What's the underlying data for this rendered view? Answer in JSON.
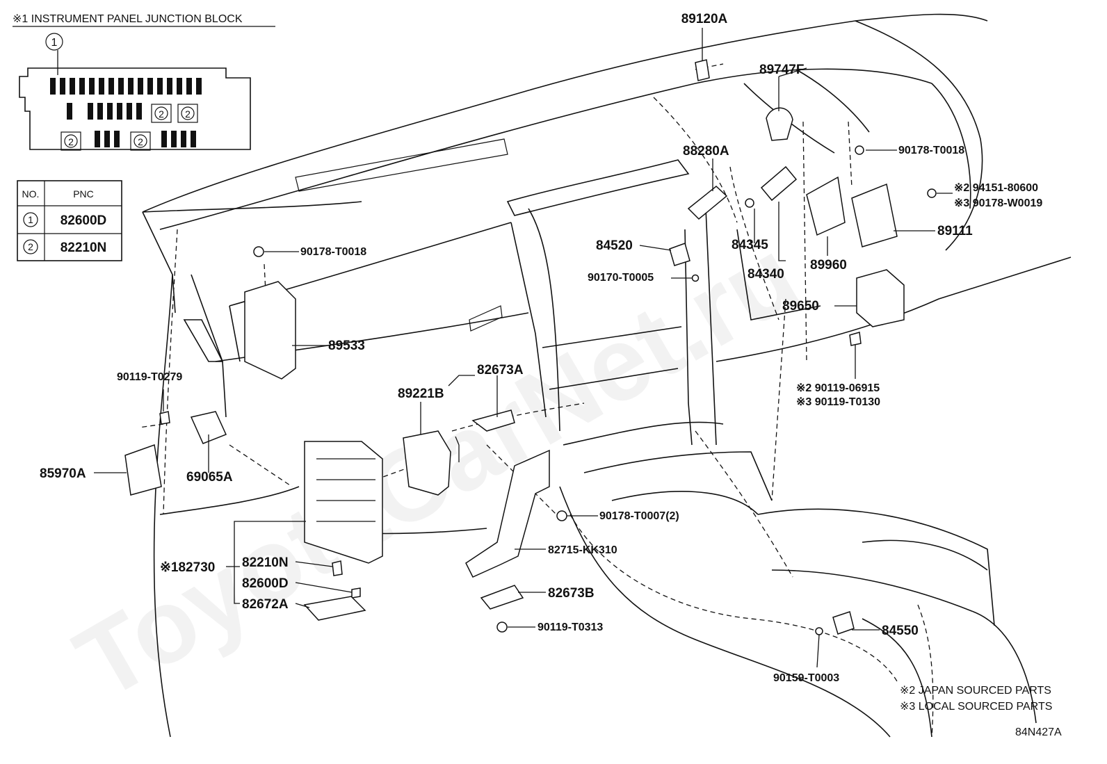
{
  "inset": {
    "title": "※1 INSTRUMENT PANEL JUNCTION BLOCK",
    "callout_1": "1",
    "callout_2": "2"
  },
  "pnc_table": {
    "header_no": "NO.",
    "header_pnc": "PNC",
    "rows": [
      {
        "no": "1",
        "pnc": "82600D"
      },
      {
        "no": "2",
        "pnc": "82210N"
      }
    ]
  },
  "parts": {
    "p89120A": "89120A",
    "p89747F": "89747F",
    "p88280A": "88280A",
    "p90178_T0018_top": "90178-T0018",
    "p94151_80600": "※2 94151-80600",
    "p90178_W0019": "※3 90178-W0019",
    "p89111": "89111",
    "p84520": "84520",
    "p84345": "84345",
    "p84340": "84340",
    "p89960": "89960",
    "p90170_T0005": "90170-T0005",
    "p89650": "89650",
    "p90178_T0018_left": "90178-T0018",
    "p89533": "89533",
    "p90119_06915": "※2 90119-06915",
    "p90119_T0130": "※3 90119-T0130",
    "p90119_T0279": "90119-T0279",
    "p82673A": "82673A",
    "p89221B": "89221B",
    "p85970A": "85970A",
    "p69065A": "69065A",
    "p90178_T0007": "90178-T0007(2)",
    "p82730": "※182730",
    "p82210N": "82210N",
    "p82600D": "82600D",
    "p82672A": "82672A",
    "p82715_KK310": "82715-KK310",
    "p82673B": "82673B",
    "p90119_T0313": "90119-T0313",
    "p84550": "84550",
    "p90159_T0003": "90159-T0003"
  },
  "footnotes": {
    "japan": "※2 JAPAN SOURCED PARTS",
    "local": "※3 LOCAL SOURCED PARTS",
    "code": "84N427A"
  },
  "watermark": "ToyotaCarNet.ru",
  "colors": {
    "ink": "#111111",
    "background": "#ffffff"
  }
}
